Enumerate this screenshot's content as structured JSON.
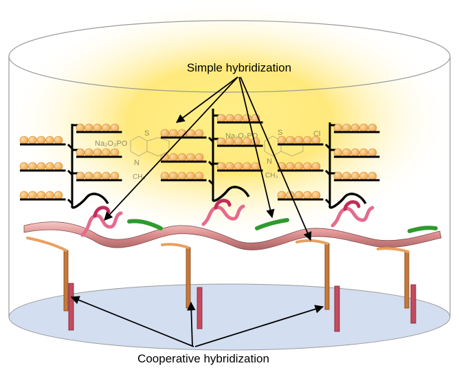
{
  "labels": {
    "simple": "Simple hybridization",
    "cooperative": "Cooperative hybridization"
  },
  "chem": {
    "group": "Na₂O₃PO",
    "n": "N",
    "ch3": "CH₃",
    "s": "S",
    "cl": "Cl"
  },
  "colors": {
    "glow": "#ffe566",
    "bead": "#f3b45b",
    "strand_pink": "#e48a8c",
    "hairpin": "#e0487a",
    "short_strand": "#3aaa3a",
    "capture_probe": "#c8783a",
    "anchor": "#c0445a",
    "floor": "#cfdcf0"
  }
}
